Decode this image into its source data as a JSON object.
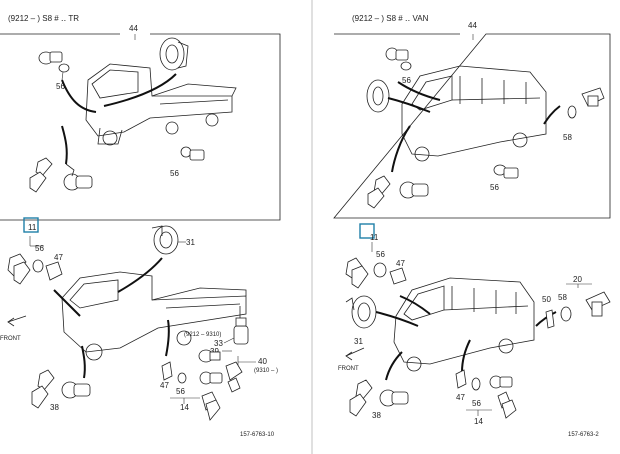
{
  "left_panel": {
    "header": "(9212 –      ) S8 # ‥ TR",
    "label_44": "44",
    "label_56a": "56",
    "label_56b": "56",
    "label_11": "11",
    "label_56c": "56",
    "label_47a": "47",
    "label_31": "31",
    "label_range": "(9212 – 9310)",
    "label_33": "33",
    "label_39": "39",
    "label_40": "40",
    "label_9310": "(9310 –     )",
    "label_47b": "47",
    "label_56d": "56",
    "label_14": "14",
    "label_38": "38",
    "label_front": "FRONT",
    "footer": "157-6763-10"
  },
  "right_panel": {
    "header": "(9212 –      ) S8 # ‥ VAN",
    "label_44": "44",
    "label_56a": "56",
    "label_58a": "58",
    "label_56b": "56",
    "label_11": "11",
    "label_56c": "56",
    "label_47a": "47",
    "label_20": "20",
    "label_50": "50",
    "label_58b": "58",
    "label_31": "31",
    "label_front": "FRONT",
    "label_47b": "47",
    "label_56d": "56",
    "label_14": "14",
    "label_38": "38",
    "footer": "157-6763-2"
  },
  "colors": {
    "highlight": "#1f7fa8",
    "ink": "#222222"
  }
}
